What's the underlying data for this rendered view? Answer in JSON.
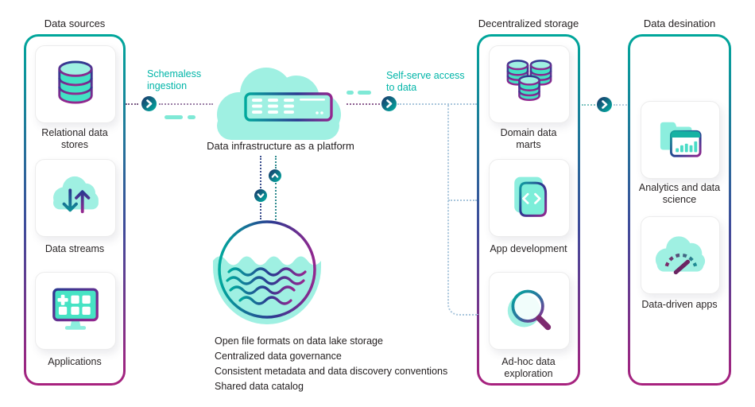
{
  "titles": {
    "sources": "Data sources",
    "storage": "Decentralized storage",
    "destination": "Data desination"
  },
  "annotations": {
    "ingestion": "Schemaless ingestion",
    "self_serve": "Self-serve access to data"
  },
  "platform": {
    "label": "Data infrastructure as a platform"
  },
  "sources": {
    "items": [
      {
        "label": "Relational data stores",
        "icon": "database-icon"
      },
      {
        "label": "Data streams",
        "icon": "cloud-arrows-icon"
      },
      {
        "label": "Applications",
        "icon": "monitor-grid-icon"
      }
    ]
  },
  "storage": {
    "items": [
      {
        "label": "Domain data marts",
        "icon": "databases-icon"
      },
      {
        "label": "App development",
        "icon": "code-document-icon"
      },
      {
        "label": "Ad-hoc data exploration",
        "icon": "magnifier-icon"
      }
    ]
  },
  "destination": {
    "items": [
      {
        "label": "Analytics and data science",
        "icon": "folder-chart-icon"
      },
      {
        "label": "Data-driven apps",
        "icon": "cloud-gauge-icon"
      }
    ]
  },
  "lake": {
    "notes": [
      "Open file formats on data lake storage",
      "Centralized data governance",
      "Consistent metadata and data discovery conventions",
      "Shared data catalog"
    ]
  },
  "colors": {
    "mint": "#9FF0E2",
    "teal": "#00A99D",
    "navy": "#2B3990",
    "purple": "#93278F",
    "accent_text": "#00B5A8",
    "dot_purple": "#9B7FA6",
    "dot_blue": "#A9C6DC"
  }
}
